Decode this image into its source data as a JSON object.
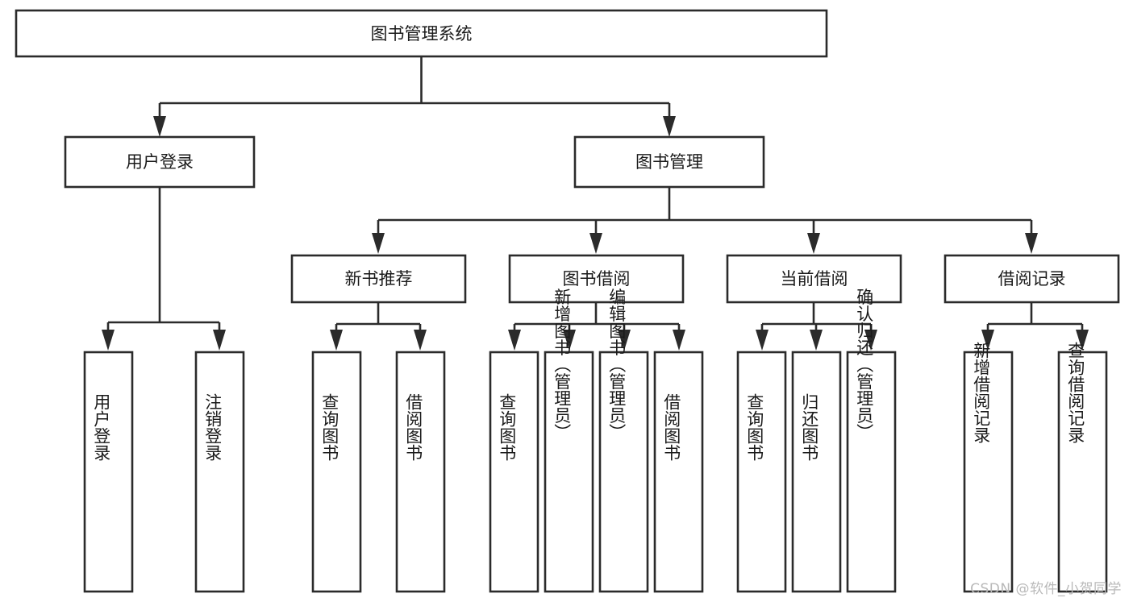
{
  "diagram": {
    "type": "tree",
    "title": "图书管理系统",
    "orientation": "top-down",
    "edge_style": "orthogonal-with-arrowheads",
    "colors": {
      "box_stroke": "#2b2b2b",
      "box_fill": "#ffffff",
      "text": "#1a1a1a",
      "edge": "#2b2b2b",
      "background": "#ffffff",
      "watermark": "#b9b9b9"
    },
    "root": {
      "label": "图书管理系统",
      "orientation": "horizontal"
    },
    "level2": [
      {
        "label": "用户登录",
        "orientation": "horizontal"
      },
      {
        "label": "图书管理",
        "orientation": "horizontal"
      }
    ],
    "level3": [
      {
        "label": "新书推荐",
        "orientation": "horizontal"
      },
      {
        "label": "图书借阅",
        "orientation": "horizontal"
      },
      {
        "label": "当前借阅",
        "orientation": "horizontal"
      },
      {
        "label": "借阅记录",
        "orientation": "horizontal"
      }
    ],
    "leaves": {
      "user_login": [
        {
          "label": "用户登录",
          "orientation": "vertical"
        },
        {
          "label": "注销登录",
          "orientation": "vertical"
        }
      ],
      "new_book_recommend": [
        {
          "label": "查询图书",
          "orientation": "vertical"
        },
        {
          "label": "借阅图书",
          "orientation": "vertical"
        }
      ],
      "book_borrow": [
        {
          "label": "查询图书",
          "orientation": "vertical"
        },
        {
          "label": "新增图书（管理员）",
          "orientation": "vertical"
        },
        {
          "label": "编辑图书（管理员）",
          "orientation": "vertical"
        },
        {
          "label": "借阅图书",
          "orientation": "vertical"
        }
      ],
      "current_borrow": [
        {
          "label": "查询图书",
          "orientation": "vertical"
        },
        {
          "label": "归还图书",
          "orientation": "vertical"
        },
        {
          "label": "确认归还（管理员）",
          "orientation": "vertical"
        }
      ],
      "borrow_record": [
        {
          "label": "新增借阅记录",
          "orientation": "vertical"
        },
        {
          "label": "查询借阅记录",
          "orientation": "vertical"
        }
      ]
    }
  },
  "watermark": {
    "text": "CSDN @软件_小贺同学"
  }
}
